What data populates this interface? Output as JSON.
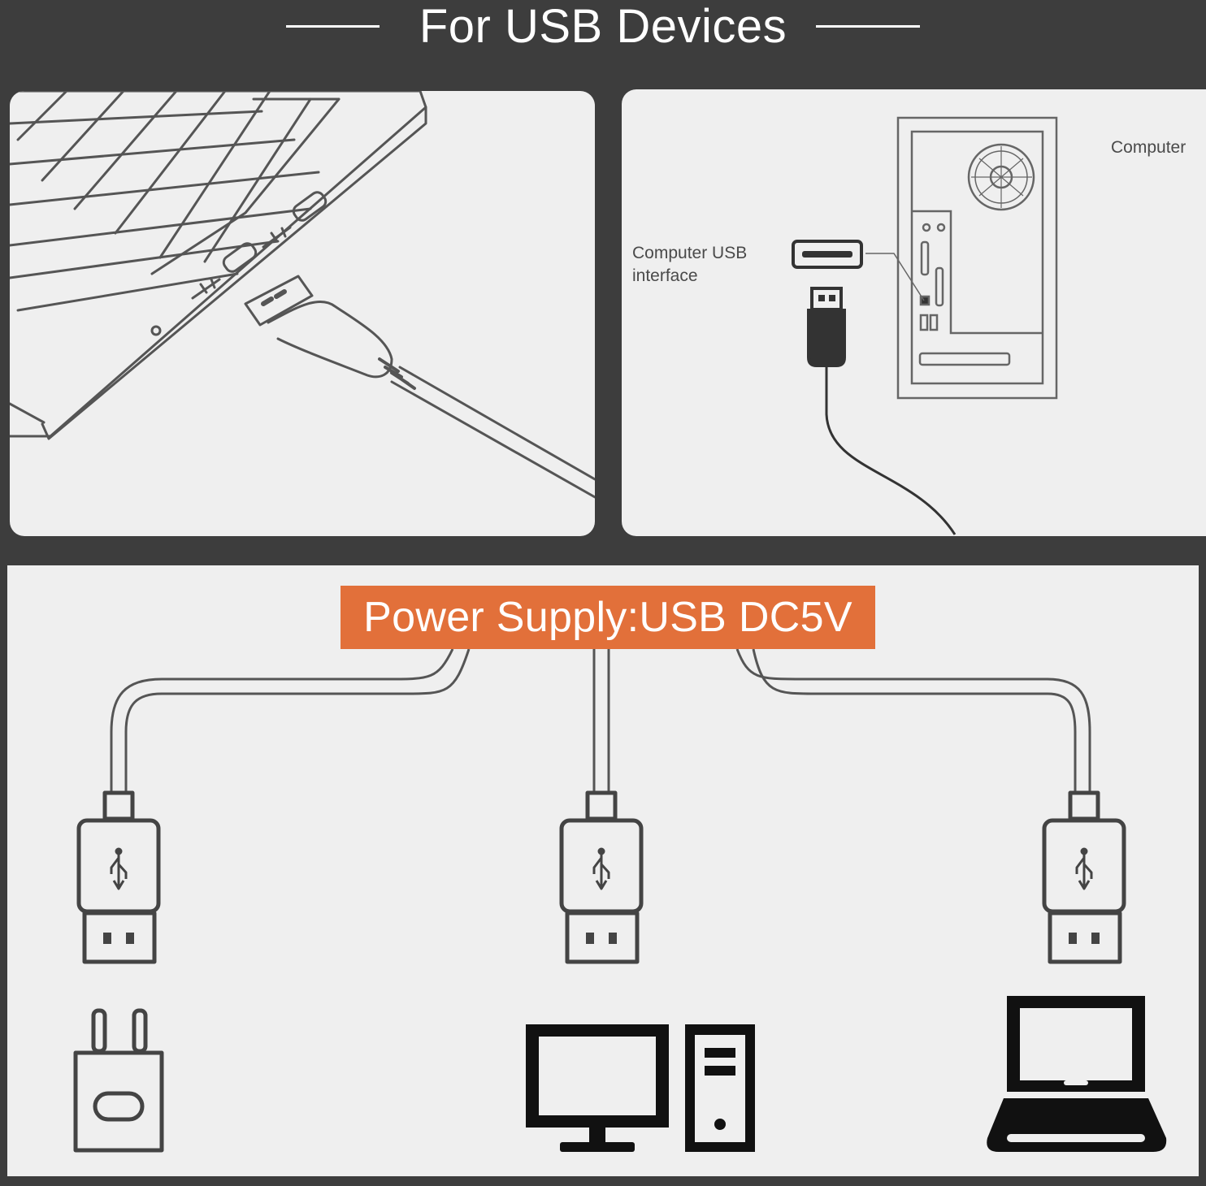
{
  "header": {
    "title": "For USB Devices"
  },
  "computer_panel": {
    "computer_label": "Computer",
    "usb_interface_label_line1": "Computer USB",
    "usb_interface_label_line2": "interface"
  },
  "power_panel": {
    "banner_text": "Power Supply:USB DC5V",
    "accent_color": "#e2703a",
    "devices": [
      "wall-charger-icon",
      "desktop-computer-icon",
      "laptop-icon"
    ]
  }
}
